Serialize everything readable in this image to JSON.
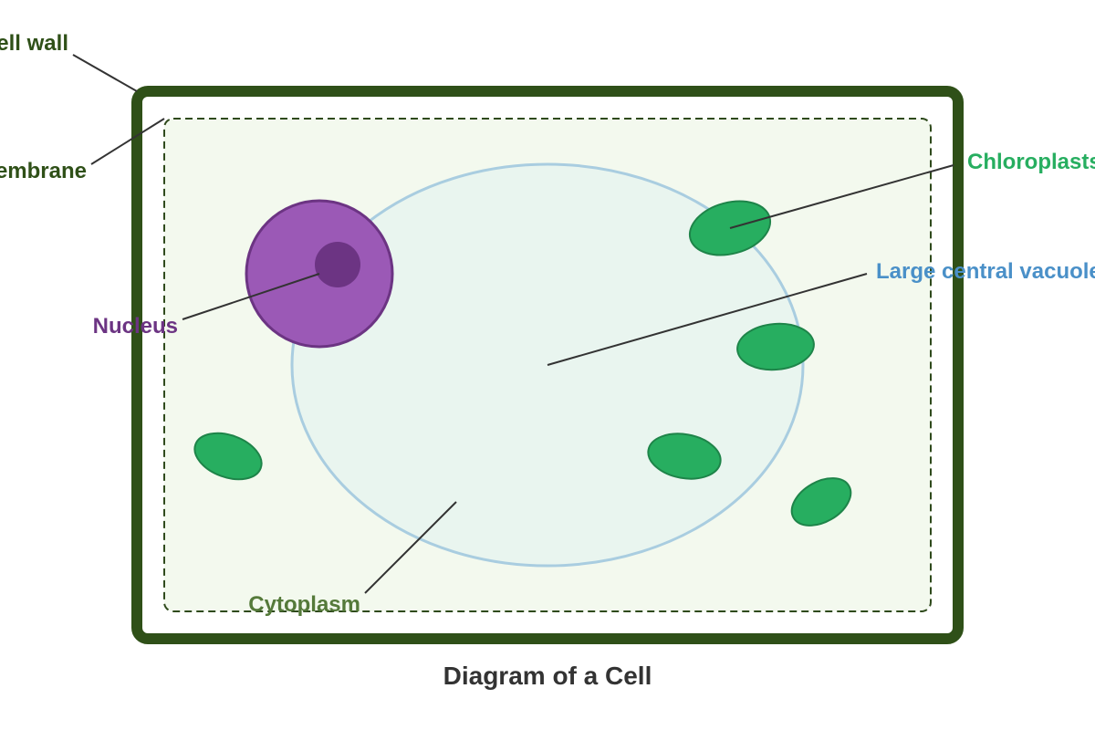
{
  "title": "Diagram of a Cell",
  "labels": {
    "cell_wall": "Cell wall",
    "cell_membrane": "Cell membrane",
    "chloroplasts": "Chloroplasts",
    "vacuole": "Large central vacuole",
    "nucleus": "Nucleus",
    "cytoplasm": "Cytoplasm"
  },
  "colors": {
    "wall": "#2f5018",
    "membrane": "#2f4a1c",
    "cytoplasm_fill": "#f3f9ee",
    "vacuole_fill": "#e9f5ef",
    "vacuole_stroke": "#a9cde0",
    "nucleus_fill": "#9b59b6",
    "nucleus_stroke": "#6c3483",
    "nucleolus": "#6c3483",
    "chloroplast_fill": "#27ae60",
    "chloroplast_stroke": "#1e8449",
    "label_chloroplasts": "#27ae60",
    "label_vacuole": "#4a90c8",
    "label_nucleus": "#6c3483",
    "label_cytoplasm": "#557a3a",
    "label_wall": "#2f5018",
    "leader": "#333333",
    "title": "#333333"
  }
}
